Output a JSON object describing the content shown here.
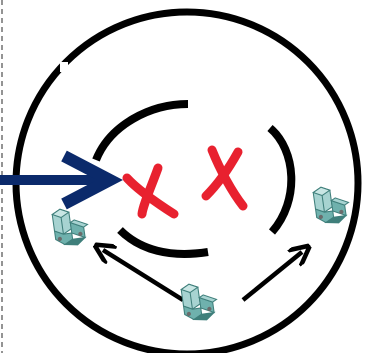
{
  "colors": {
    "background": "#ffffff",
    "outline": "#000000",
    "pointer_arrow": "#0b2a6b",
    "cross": "#e8212f",
    "part_light": "#a7d3d1",
    "part_mid": "#6fb1ad",
    "part_dark": "#3f7f7b",
    "part_shadow": "#6b6b6b",
    "divider": "#7a7a7a"
  },
  "diagram": {
    "main_circle": {
      "name": "outer-ring",
      "stroke": "#000000"
    },
    "brackets": [
      {
        "name": "left-bracket",
        "side": "left"
      },
      {
        "name": "right-bracket",
        "side": "right"
      }
    ],
    "crosses": [
      {
        "name": "cross-mark-left"
      },
      {
        "name": "cross-mark-right"
      }
    ],
    "pointer": {
      "name": "pointer-arrow",
      "color": "#0b2a6b"
    },
    "parts": [
      {
        "name": "part-left",
        "icon": "extrusion-connector-icon"
      },
      {
        "name": "part-right",
        "icon": "extrusion-connector-icon"
      },
      {
        "name": "part-bottom",
        "icon": "extrusion-connector-icon"
      }
    ],
    "flow_arrows": [
      {
        "name": "arrow-bottom-to-left",
        "from": "part-bottom",
        "to": "part-left"
      },
      {
        "name": "arrow-bottom-to-right",
        "from": "part-bottom",
        "to": "part-right"
      }
    ]
  }
}
